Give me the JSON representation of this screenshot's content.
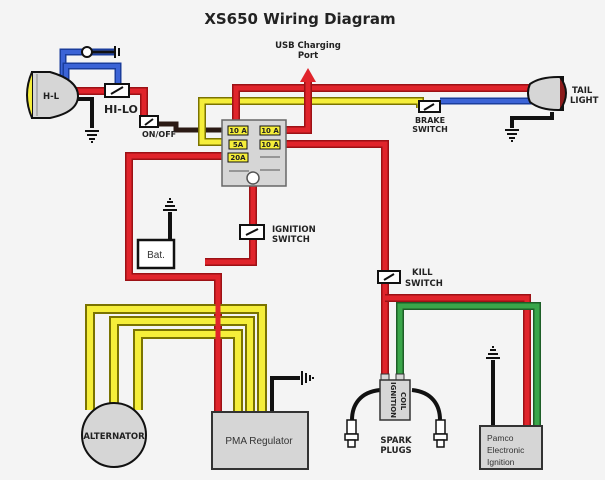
{
  "title": "XS650 Wiring Diagram",
  "components": {
    "usb_port": {
      "label_line1": "USB Charging",
      "label_line2": "Port"
    },
    "headlight": {
      "label": "H-L"
    },
    "hi_lo_switch": {
      "label": "HI-LO"
    },
    "on_off_switch": {
      "label": "ON/OFF"
    },
    "brake_switch": {
      "label_line1": "BRAKE",
      "label_line2": "SWITCH"
    },
    "tail_light": {
      "label_line1": "TAIL",
      "label_line2": "LIGHT"
    },
    "fuse_box": {
      "fuses_left": [
        "10 A",
        "5A",
        "20A"
      ],
      "fuses_right": [
        "10 A",
        "10 A"
      ]
    },
    "battery": {
      "label": "Bat."
    },
    "ignition_switch": {
      "label_line1": "IGNITION",
      "label_line2": "SWITCH"
    },
    "kill_switch": {
      "label_line1": "KILL",
      "label_line2": "SWITCH"
    },
    "alternator": {
      "label": "ALTERNATOR"
    },
    "pma_regulator": {
      "label": "PMA Regulator"
    },
    "ignition_coil": {
      "label_line1": "IGNITION",
      "label_line2": "COIL"
    },
    "spark_plugs": {
      "label_line1": "SPARK",
      "label_line2": "PLUGS"
    },
    "electronic_ignition": {
      "label_line1": "Pamco",
      "label_line2": "Electronic",
      "label_line3": "Ignition"
    }
  },
  "wire_colors": {
    "red": "#e0242b",
    "yellow": "#f5ee3a",
    "blue": "#3b63d6",
    "green": "#3aa64a",
    "black": "#111111",
    "component_fill": "#d6d6d6"
  }
}
